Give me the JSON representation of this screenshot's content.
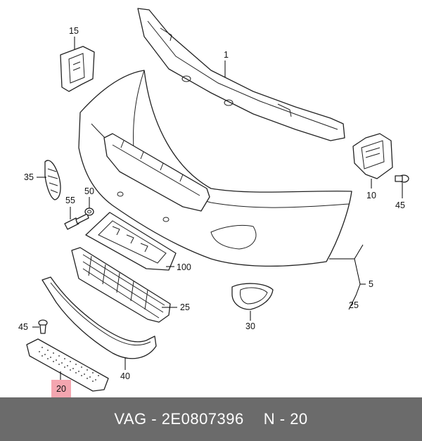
{
  "callouts": {
    "c1": "1",
    "c15": "15",
    "c35": "35",
    "c50": "50",
    "c55": "55",
    "c100": "100",
    "c10": "10",
    "c45a": "45",
    "c45b": "45",
    "c5": "5",
    "c25a": "25",
    "c25b": "25",
    "c30": "30",
    "c40": "40",
    "c20": "20"
  },
  "footer": {
    "brand": "VAG - 2E0807396",
    "position": "N - 20"
  },
  "colors": {
    "highlight": "#f4a6b0",
    "footer_bg": "#6b6b6b",
    "footer_text": "#ffffff"
  }
}
